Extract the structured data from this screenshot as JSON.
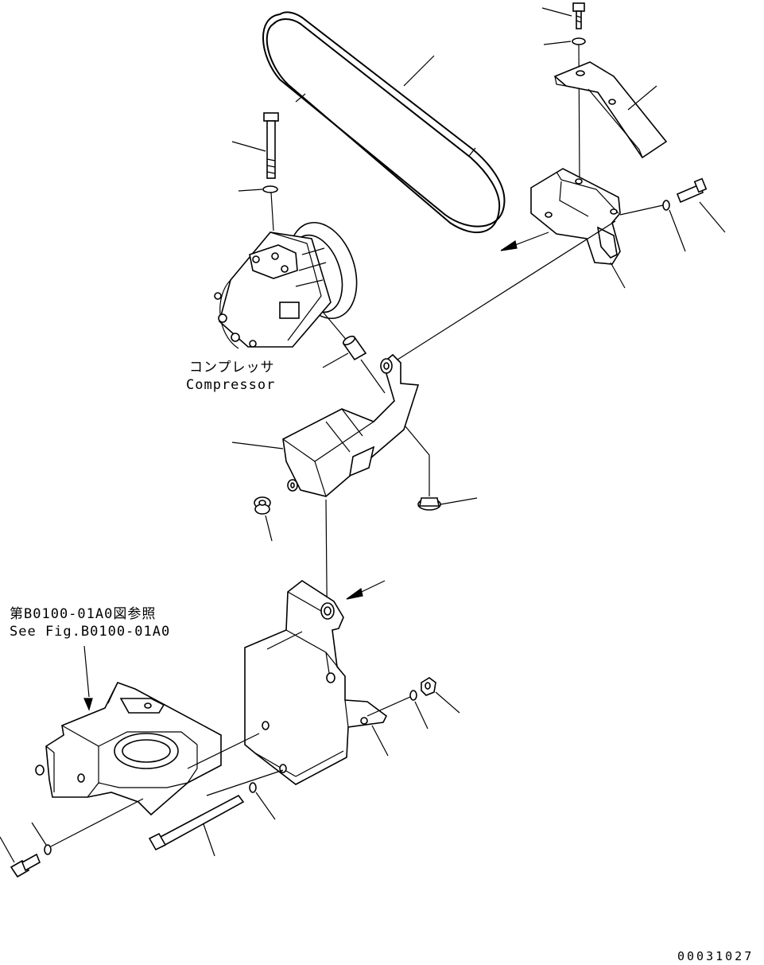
{
  "compressor_label": {
    "japanese": "コンプレッサ",
    "english": "Compressor"
  },
  "reference_label": {
    "japanese": "第B0100-01A0図参照",
    "english": "See Fig.B0100-01A0"
  },
  "figure_number": "00031027"
}
